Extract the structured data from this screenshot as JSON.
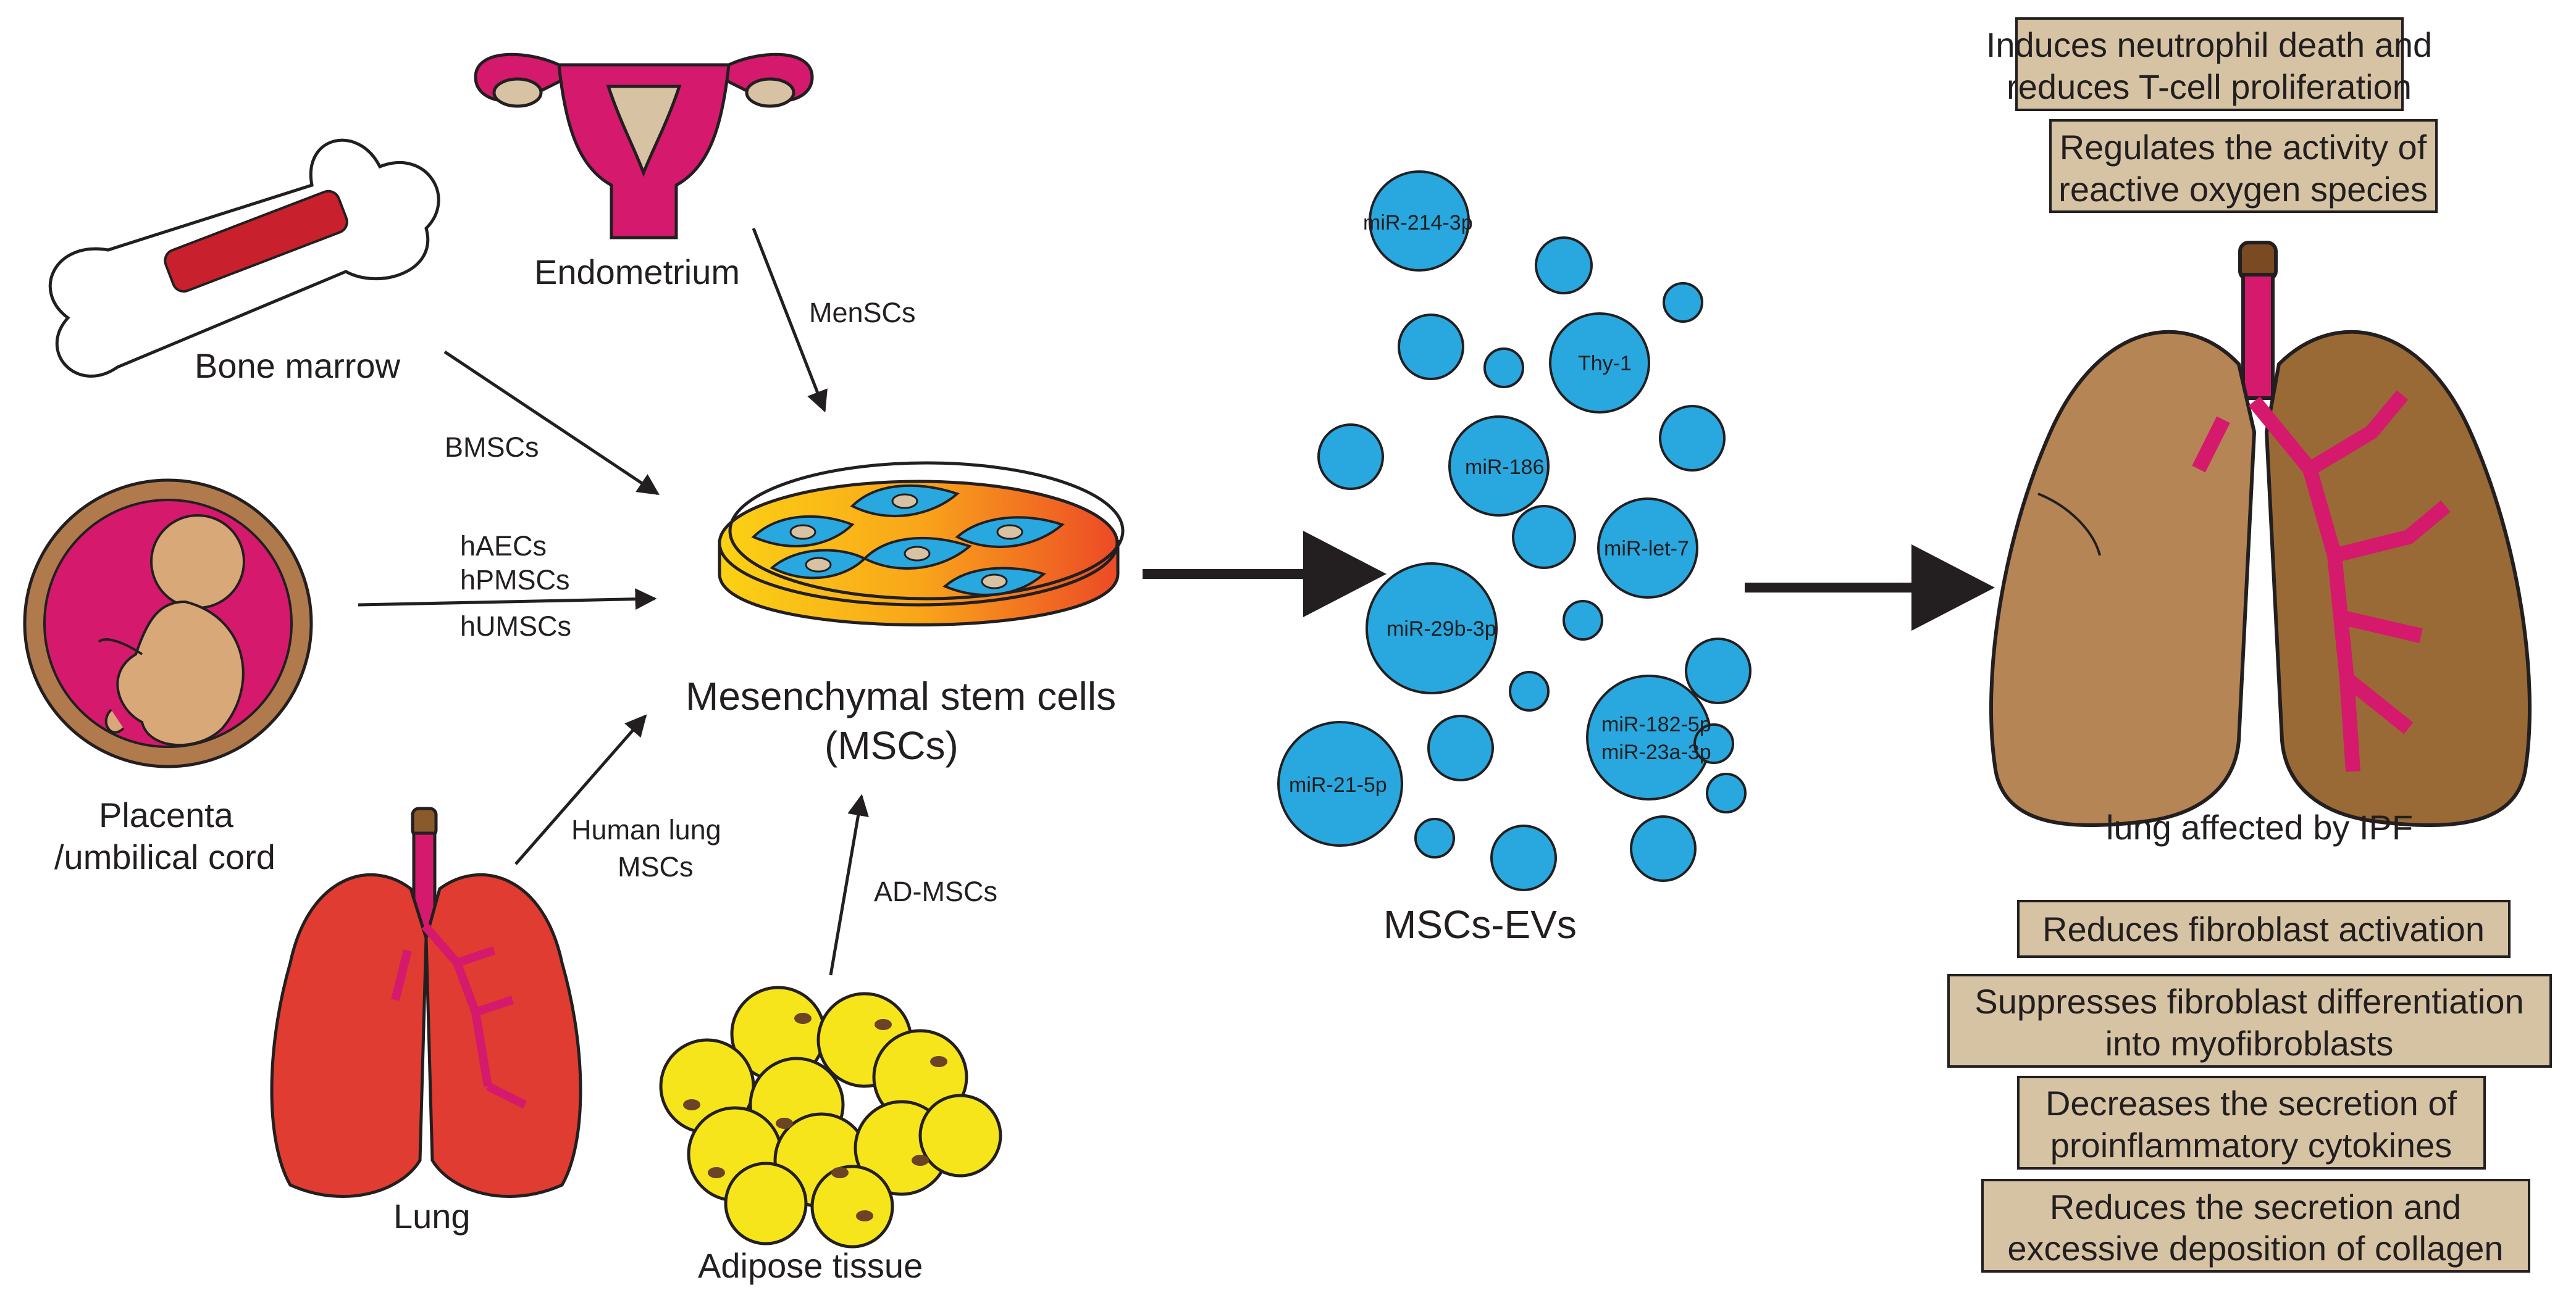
{
  "sources": {
    "bone_marrow": "Bone marrow",
    "endometrium": "Endometrium",
    "placenta_line1": "Placenta",
    "placenta_line2": "/umbilical cord",
    "lung": "Lung",
    "adipose": "Adipose tissue"
  },
  "arrow_labels": {
    "bmscs": "BMSCs",
    "menscs": "MenSCs",
    "haecs": "hAECs",
    "hpmscs": "hPMSCs",
    "humscs": "hUMSCs",
    "human_lung_line1": "Human lung",
    "human_lung_line2": "MSCs",
    "ad_mscs": "AD-MSCs"
  },
  "msc": {
    "line1": "Mesenchymal stem cells",
    "line2": "(MSCs)"
  },
  "evs": {
    "title": "MSCs-EVs",
    "mir_214": "miR-214-3p",
    "thy1": "Thy-1",
    "mir_186": "miR-186",
    "mir_let7": "miR-let-7",
    "mir_29b": "miR-29b-3p",
    "mir_182_line1": "miR-182-5p",
    "mir_182_line2": "miR-23a-3p",
    "mir_21": "miR-21-5p"
  },
  "ipf": {
    "label": "lung affected by IPF"
  },
  "effects": {
    "e1_line1": "Induces neutrophil death and",
    "e1_line2": "reduces T-cell proliferation",
    "e2_line1": "Regulates the activity of",
    "e2_line2": "reactive oxygen species",
    "e3": "Reduces fibroblast activation",
    "e4_line1": "Suppresses fibroblast differentiation",
    "e4_line2": "into myofibroblasts",
    "e5_line1": "Decreases the secretion of",
    "e5_line2": "proinflammatory cytokines",
    "e6_line1": "Reduces the secretion and",
    "e6_line2": "excessive deposition of collagen"
  },
  "colors": {
    "ev_blue": "#29a7df",
    "magenta": "#d5196c",
    "lung_brown": "#b58555",
    "lung_red": "#e03c31",
    "adipose_yellow": "#f7e51b",
    "box_fill": "#d6c3a4"
  }
}
